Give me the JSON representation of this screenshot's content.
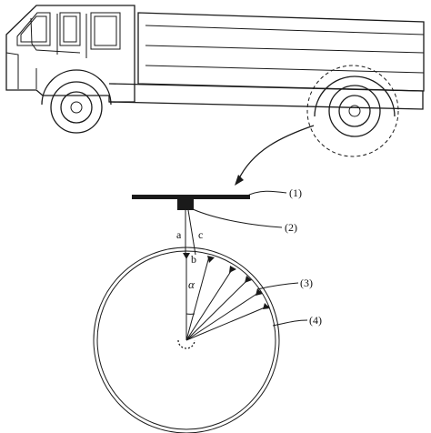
{
  "callouts": [
    "(1)",
    "(2)",
    "(3)",
    "(4)"
  ],
  "letters": {
    "a": "a",
    "b": "b",
    "c": "c"
  },
  "angle_symbol": "α",
  "colors": {
    "line": "#1a1a1a",
    "background": "#ffffff"
  }
}
